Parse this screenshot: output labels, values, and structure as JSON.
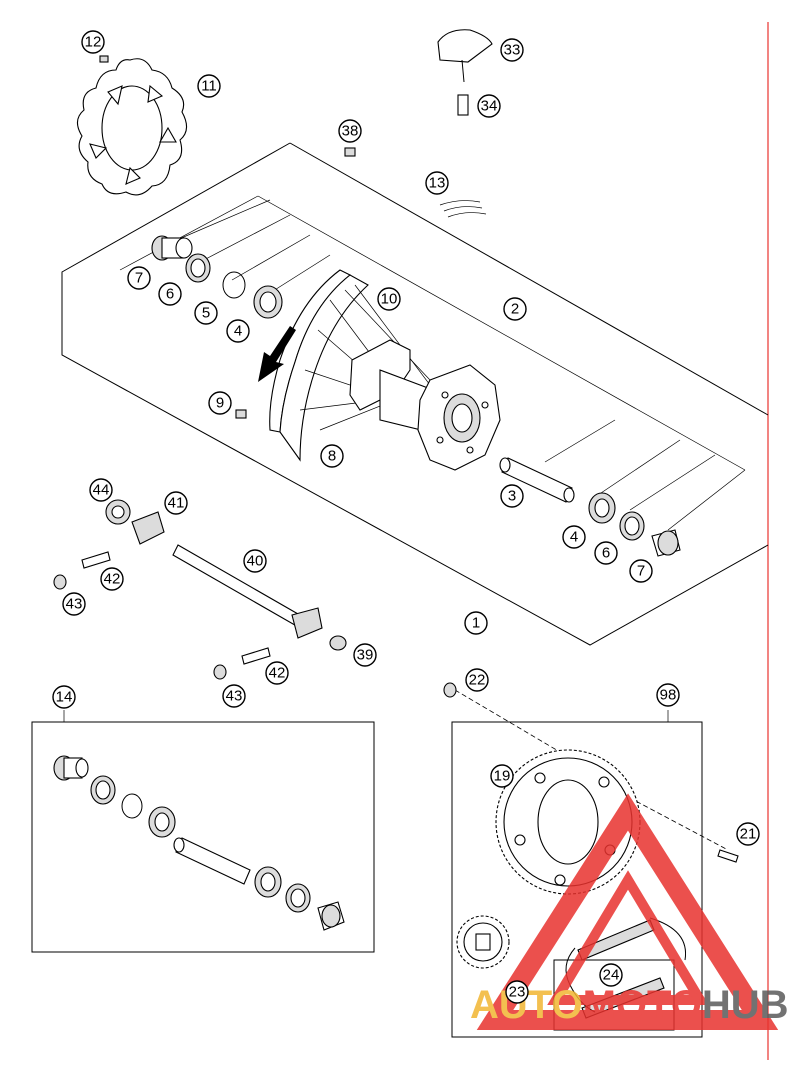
{
  "callouts": [
    {
      "id": "c12",
      "label": "12"
    },
    {
      "id": "c11",
      "label": "11"
    },
    {
      "id": "c33",
      "label": "33"
    },
    {
      "id": "c34",
      "label": "34"
    },
    {
      "id": "c38",
      "label": "38"
    },
    {
      "id": "c13",
      "label": "13"
    },
    {
      "id": "c7a",
      "label": "7"
    },
    {
      "id": "c6a",
      "label": "6"
    },
    {
      "id": "c5",
      "label": "5"
    },
    {
      "id": "c4a",
      "label": "4"
    },
    {
      "id": "c10",
      "label": "10"
    },
    {
      "id": "c2",
      "label": "2"
    },
    {
      "id": "c9",
      "label": "9"
    },
    {
      "id": "c8",
      "label": "8"
    },
    {
      "id": "c3",
      "label": "3"
    },
    {
      "id": "c4b",
      "label": "4"
    },
    {
      "id": "c6b",
      "label": "6"
    },
    {
      "id": "c7b",
      "label": "7"
    },
    {
      "id": "c44",
      "label": "44"
    },
    {
      "id": "c41",
      "label": "41"
    },
    {
      "id": "c40",
      "label": "40"
    },
    {
      "id": "c42a",
      "label": "42"
    },
    {
      "id": "c43a",
      "label": "43"
    },
    {
      "id": "c1",
      "label": "1"
    },
    {
      "id": "c39",
      "label": "39"
    },
    {
      "id": "c42b",
      "label": "42"
    },
    {
      "id": "c43b",
      "label": "43"
    },
    {
      "id": "c22",
      "label": "22"
    },
    {
      "id": "c98",
      "label": "98"
    },
    {
      "id": "c14",
      "label": "14"
    },
    {
      "id": "c19",
      "label": "19"
    },
    {
      "id": "c21",
      "label": "21"
    },
    {
      "id": "c23",
      "label": "23"
    },
    {
      "id": "c24",
      "label": "24"
    }
  ],
  "watermark": {
    "part1": "AUTO",
    "part2": "MOTO",
    "part3": "HUB",
    "colors": {
      "accent": "#e8322e",
      "gold": "#f2b632",
      "dark": "#5a5a5a"
    }
  }
}
